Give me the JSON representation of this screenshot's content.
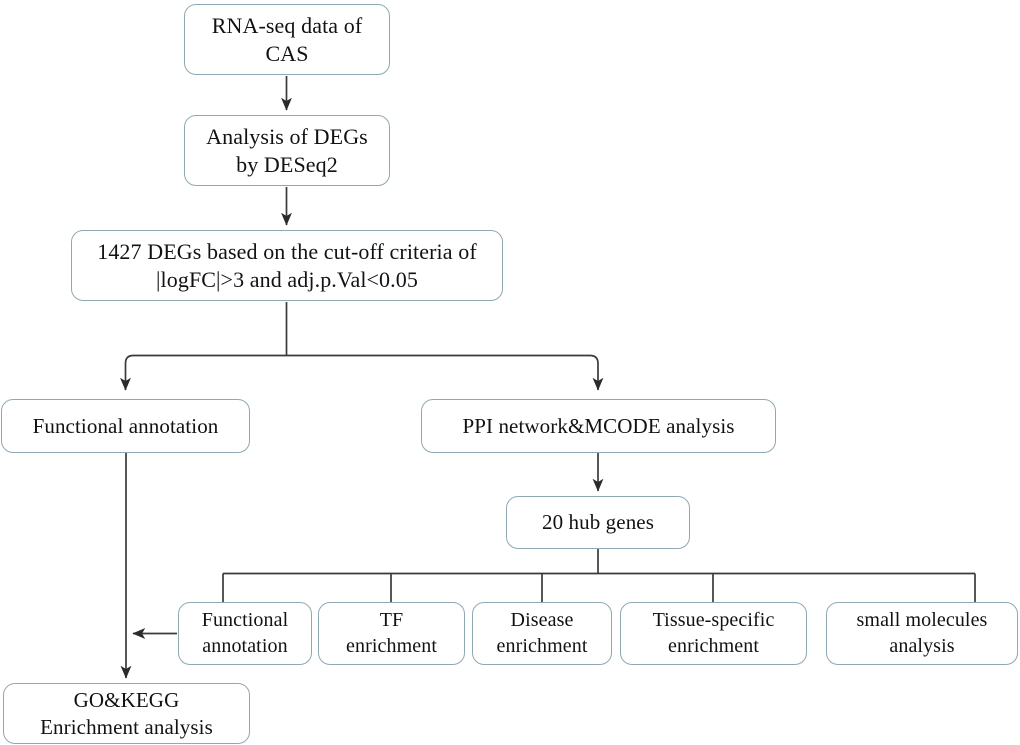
{
  "diagram": {
    "title": "RNA-seq analysis workflow flowchart",
    "type": "flowchart",
    "colors": {
      "node_border": "#8FA9B2",
      "node_fill": "#FFFFFF",
      "edge_stroke": "#333333",
      "text": "#121212"
    },
    "nodes": [
      {
        "id": "rnaseq",
        "label": "RNA-seq data of\nCAS"
      },
      {
        "id": "deseq",
        "label": "Analysis of DEGs\nby DESeq2"
      },
      {
        "id": "degs",
        "label": "1427 DEGs based on the cut-off criteria of\n|logFC|>3 and adj.p.Val<0.05"
      },
      {
        "id": "funcannot",
        "label": "Functional annotation"
      },
      {
        "id": "ppi",
        "label": "PPI network&MCODE analysis"
      },
      {
        "id": "hub",
        "label": "20 hub genes"
      },
      {
        "id": "b1",
        "label": "Functional\nannotation"
      },
      {
        "id": "b2",
        "label": "TF\nenrichment"
      },
      {
        "id": "b3",
        "label": "Disease\nenrichment"
      },
      {
        "id": "b4",
        "label": "Tissue-specific\nenrichment"
      },
      {
        "id": "b5",
        "label": "small molecules\nanalysis"
      },
      {
        "id": "gokegg",
        "label": "GO&KEGG\nEnrichment analysis"
      }
    ],
    "edges": [
      {
        "from": "rnaseq",
        "to": "deseq",
        "arrow": true
      },
      {
        "from": "deseq",
        "to": "degs",
        "arrow": true
      },
      {
        "from": "degs",
        "to": "funcannot",
        "arrow": true
      },
      {
        "from": "degs",
        "to": "ppi",
        "arrow": true
      },
      {
        "from": "ppi",
        "to": "hub",
        "arrow": true
      },
      {
        "from": "hub",
        "to": "b1",
        "arrow": false
      },
      {
        "from": "hub",
        "to": "b2",
        "arrow": false
      },
      {
        "from": "hub",
        "to": "b3",
        "arrow": false
      },
      {
        "from": "hub",
        "to": "b4",
        "arrow": false
      },
      {
        "from": "hub",
        "to": "b5",
        "arrow": false
      },
      {
        "from": "b1",
        "to": "funcannot-spine",
        "arrow": true
      },
      {
        "from": "funcannot",
        "to": "gokegg",
        "arrow": true
      }
    ]
  }
}
